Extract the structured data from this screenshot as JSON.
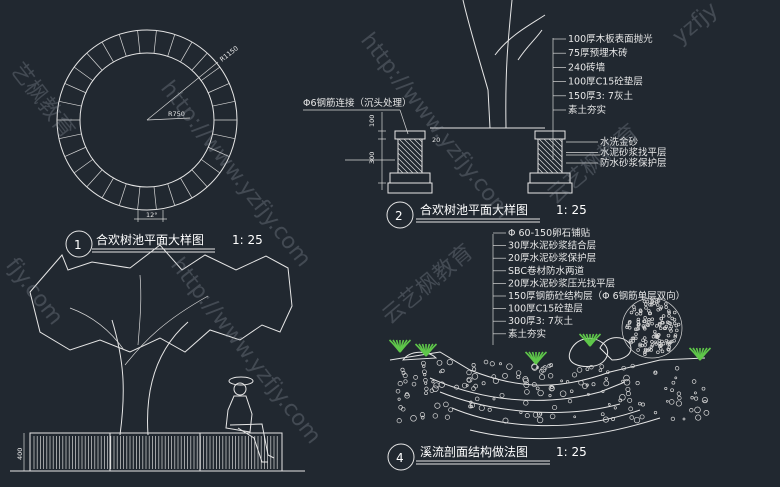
{
  "drawings": {
    "d1": {
      "number": "1",
      "title": "合欢树池平面大样图",
      "scale": "1: 25",
      "dims": {
        "outer_radius": "R1150",
        "inner_radius": "R750",
        "angle": "12°"
      }
    },
    "d2": {
      "number": "2",
      "title": "合欢树池平面大样图",
      "scale": "1: 25",
      "rebar_note": "Φ6钢筋连接（沉头处理）",
      "dims": {
        "h100": "100",
        "h300": "300",
        "w20": "20"
      },
      "layers": [
        "100厚木板表面抛光",
        "75厚预埋木砖",
        "240砖墙",
        "100厚C15砼垫层",
        "150厚3: 7灰土",
        "素土夯实"
      ],
      "side_layers": [
        "水洗金砂",
        "水泥砂浆找平层",
        "防水砂浆保护层"
      ]
    },
    "d3": {
      "dims": {
        "h400": "400"
      }
    },
    "d4": {
      "number": "4",
      "title": "溪流剖面结构做法图",
      "scale": "1: 25",
      "layers": [
        "Φ 60-150卵石铺贴",
        "30厚水泥砂浆结合层",
        "20厚水泥砂浆保护层",
        "SBC卷材防水两道",
        "20厚水泥砂浆压光找平层",
        "150厚钢筋砼结构层（Φ 6钢筋单层双向）",
        "100厚C15砼垫层",
        "300厚3: 7灰土",
        "素土夯实"
      ]
    }
  },
  "watermarks": {
    "url": "http://www.yzfjy.com",
    "brand": "云艺枫教育",
    "fragments": [
      "艺枫教育",
      "fjy.com",
      "yzfjy"
    ]
  },
  "colors": {
    "background": "#212830",
    "lines": "#e6e6e6",
    "watermark": "#9aa3ad"
  }
}
